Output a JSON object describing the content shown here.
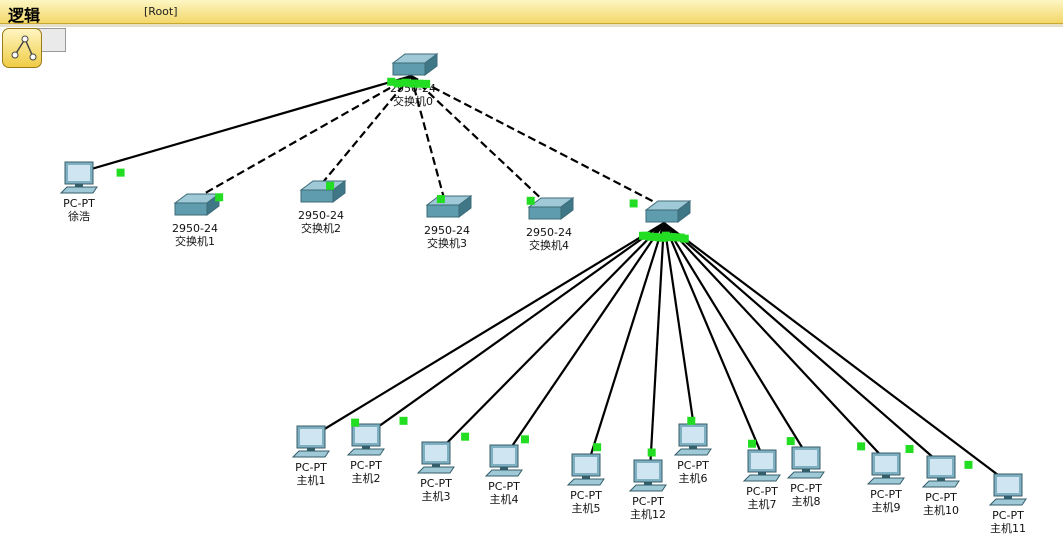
{
  "header": {
    "title": "逻辑",
    "root_label": "[Root]"
  },
  "diagram": {
    "devices": [
      {
        "id": "sw0",
        "kind": "switch",
        "model": "2950-24",
        "label": "交换机0"
      },
      {
        "id": "pc_xu",
        "kind": "pc",
        "model": "PC-PT",
        "label": "徐浩"
      },
      {
        "id": "sw1",
        "kind": "switch",
        "model": "2950-24",
        "label": "交换机1"
      },
      {
        "id": "sw2",
        "kind": "switch",
        "model": "2950-24",
        "label": "交换机2"
      },
      {
        "id": "sw3",
        "kind": "switch",
        "model": "2950-24",
        "label": "交换机3"
      },
      {
        "id": "sw4",
        "kind": "switch",
        "model": "2950-24",
        "label": "交换机4"
      },
      {
        "id": "sw5",
        "kind": "switch",
        "model": "",
        "label": ""
      },
      {
        "id": "h1",
        "kind": "pc",
        "model": "PC-PT",
        "label": "主机1"
      },
      {
        "id": "h2",
        "kind": "pc",
        "model": "PC-PT",
        "label": "主机2"
      },
      {
        "id": "h3",
        "kind": "pc",
        "model": "PC-PT",
        "label": "主机3"
      },
      {
        "id": "h4",
        "kind": "pc",
        "model": "PC-PT",
        "label": "主机4"
      },
      {
        "id": "h5",
        "kind": "pc",
        "model": "PC-PT",
        "label": "主机5"
      },
      {
        "id": "h12",
        "kind": "pc",
        "model": "PC-PT",
        "label": "主机12"
      },
      {
        "id": "h6",
        "kind": "pc",
        "model": "PC-PT",
        "label": "主机6"
      },
      {
        "id": "h7",
        "kind": "pc",
        "model": "PC-PT",
        "label": "主机7"
      },
      {
        "id": "h8",
        "kind": "pc",
        "model": "PC-PT",
        "label": "主机8"
      },
      {
        "id": "h9",
        "kind": "pc",
        "model": "PC-PT",
        "label": "主机9"
      },
      {
        "id": "h10",
        "kind": "pc",
        "model": "PC-PT",
        "label": "主机10"
      },
      {
        "id": "h11",
        "kind": "pc",
        "model": "PC-PT",
        "label": "主机11"
      }
    ],
    "links": [
      {
        "from": "sw0",
        "to": "pc_xu",
        "style": "solid"
      },
      {
        "from": "sw0",
        "to": "sw1",
        "style": "dashed"
      },
      {
        "from": "sw0",
        "to": "sw2",
        "style": "dashed"
      },
      {
        "from": "sw0",
        "to": "sw3",
        "style": "dashed"
      },
      {
        "from": "sw0",
        "to": "sw4",
        "style": "dashed"
      },
      {
        "from": "sw0",
        "to": "sw5",
        "style": "dashed"
      },
      {
        "from": "sw5",
        "to": "h1",
        "style": "solid"
      },
      {
        "from": "sw5",
        "to": "h2",
        "style": "solid"
      },
      {
        "from": "sw5",
        "to": "h3",
        "style": "solid"
      },
      {
        "from": "sw5",
        "to": "h4",
        "style": "solid"
      },
      {
        "from": "sw5",
        "to": "h5",
        "style": "solid"
      },
      {
        "from": "sw5",
        "to": "h12",
        "style": "solid"
      },
      {
        "from": "sw5",
        "to": "h6",
        "style": "solid"
      },
      {
        "from": "sw5",
        "to": "h7",
        "style": "solid"
      },
      {
        "from": "sw5",
        "to": "h8",
        "style": "solid"
      },
      {
        "from": "sw5",
        "to": "h9",
        "style": "solid"
      },
      {
        "from": "sw5",
        "to": "h10",
        "style": "solid"
      },
      {
        "from": "sw5",
        "to": "h11",
        "style": "solid"
      }
    ],
    "colors": {
      "link": "#000000",
      "port_up": "#22dd22",
      "switch_body": "#5f9cad",
      "pc_screen": "#cfe6f2"
    }
  }
}
